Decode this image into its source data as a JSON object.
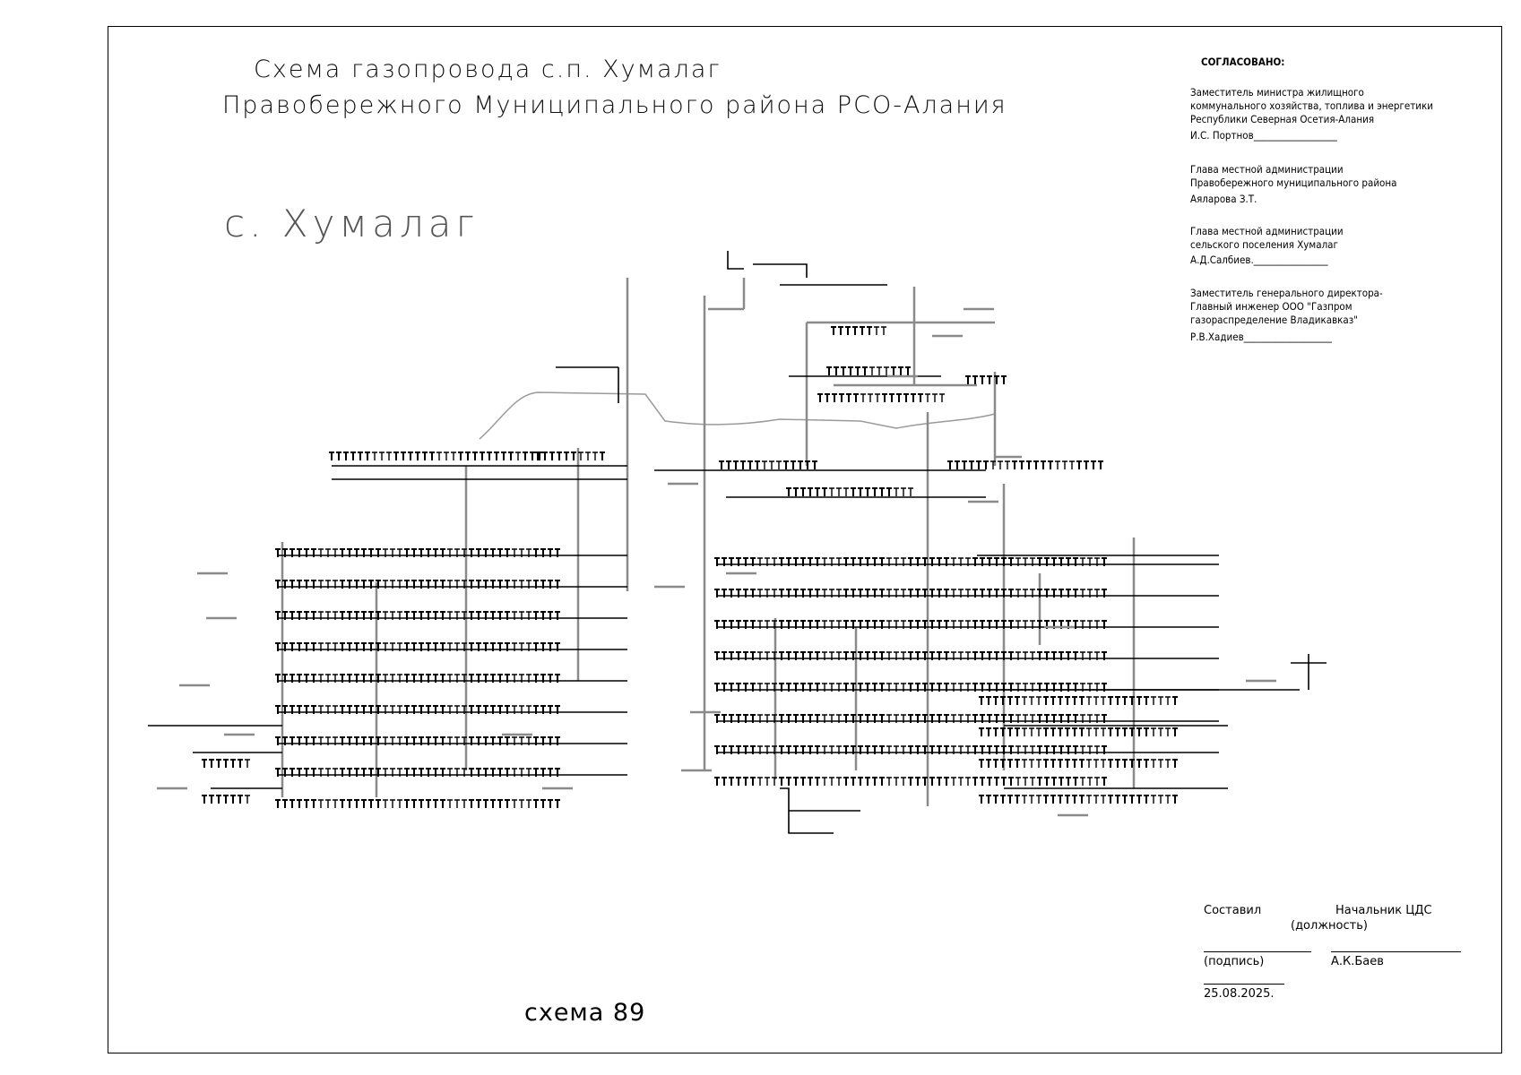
{
  "title": {
    "line1": "Схема газопровода с.п. Хумалаг",
    "line2": "Правобережного  Муниципального района РСО-Алания",
    "village": "с. Хумалаг"
  },
  "scheme_number": "схема 89",
  "approval": {
    "heading": "СОГЛАСОВАНО:",
    "blocks": [
      {
        "lines": [
          "Заместитель министра жилищного",
          "коммунального  хозяйства, топлива и энергетики",
          "Республики Северная Осетия-Алания"
        ],
        "signer": "И.С. Портнов__________________"
      },
      {
        "lines": [
          "Глава  местной администрации",
          "Правобережного муниципального района"
        ],
        "signer": "Аяларова З.Т."
      },
      {
        "lines": [
          "Глава местной администрации",
          "сельского поселения Хумалаг"
        ],
        "signer": "А.Д.Салбиев.________________"
      },
      {
        "lines": [
          "Заместитель генерального директора-",
          "Главный инженер  ООО \"Газпром",
          "газораспределение Владикавказ\""
        ],
        "signer": "Р.В.Хадиев___________________"
      }
    ]
  },
  "signature_block": {
    "compiled_label": "Составил",
    "position_value": "Начальник ЦДС",
    "position_caption": "(должность)",
    "signature_caption": "(подпись)",
    "name": "А.К.Баев",
    "date": "25.08.2025."
  },
  "colors": {
    "line": "#000000",
    "grey_line": "#8a8a8a",
    "contour": "#9a9a9a"
  }
}
